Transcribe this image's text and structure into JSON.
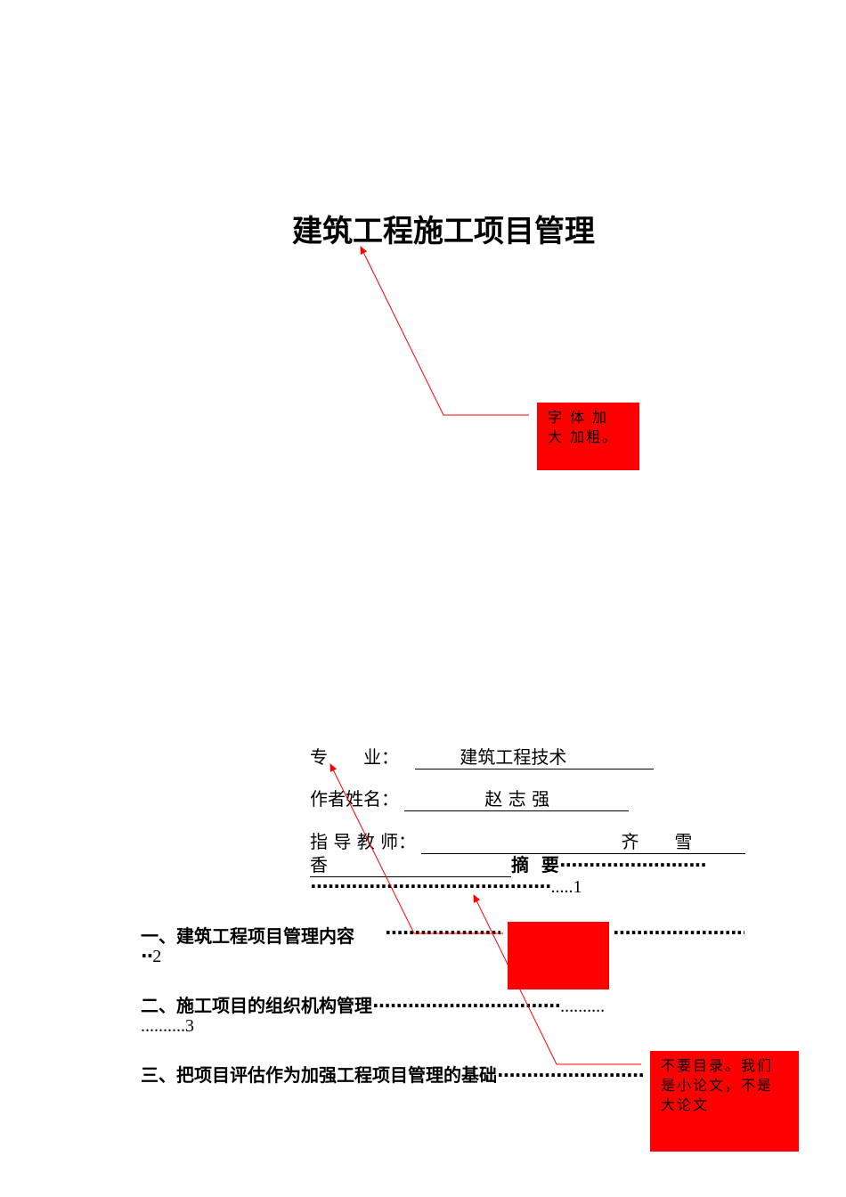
{
  "document": {
    "title": "建筑工程施工项目管理",
    "fields": {
      "major_label": "专　　业：",
      "major_value": "建筑工程技术",
      "author_label": "作者姓名：",
      "author_value": "赵 志 强",
      "advisor_label": "指 导 教 师：",
      "advisor_value_1": "齐　　雪",
      "advisor_value_2": "香"
    },
    "toc": [
      {
        "label": "摘  要",
        "page": "1"
      },
      {
        "label": "一、建筑工程项目管理内容",
        "page": "2"
      },
      {
        "label": "二、施工项目的组织机构管理",
        "page": "3"
      },
      {
        "label": "三、把项目评估作为加强工程项目管理的基础",
        "page": ""
      }
    ]
  },
  "comments": [
    {
      "text": "字 体 加 大 加粗。",
      "color": "#ff0000"
    },
    {
      "text": "",
      "color": "#ff0000"
    },
    {
      "text": "不要目录。我们是小论文，不是大论文",
      "color": "#ff0000"
    }
  ]
}
